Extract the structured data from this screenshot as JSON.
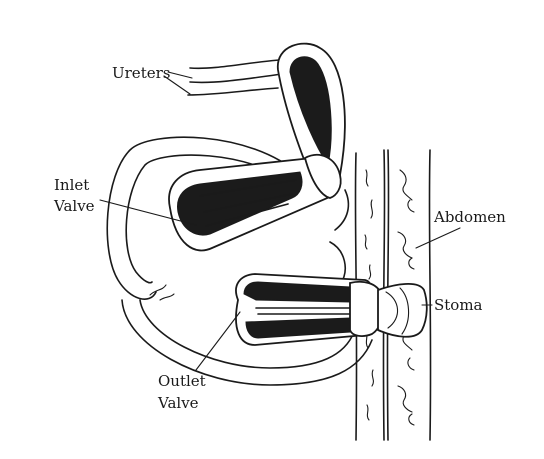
{
  "diagram": {
    "labels": {
      "ureters": "Ureters",
      "inlet_line1": "Inlet",
      "inlet_line2": "Valve",
      "abdomen": "Abdomen",
      "stoma": "Stoma",
      "outlet_line1": "Outlet",
      "outlet_line2": "Valve"
    },
    "colors": {
      "ink": "#1a1a1a",
      "fill_dark": "#1b1b1b",
      "background": "#ffffff"
    }
  }
}
